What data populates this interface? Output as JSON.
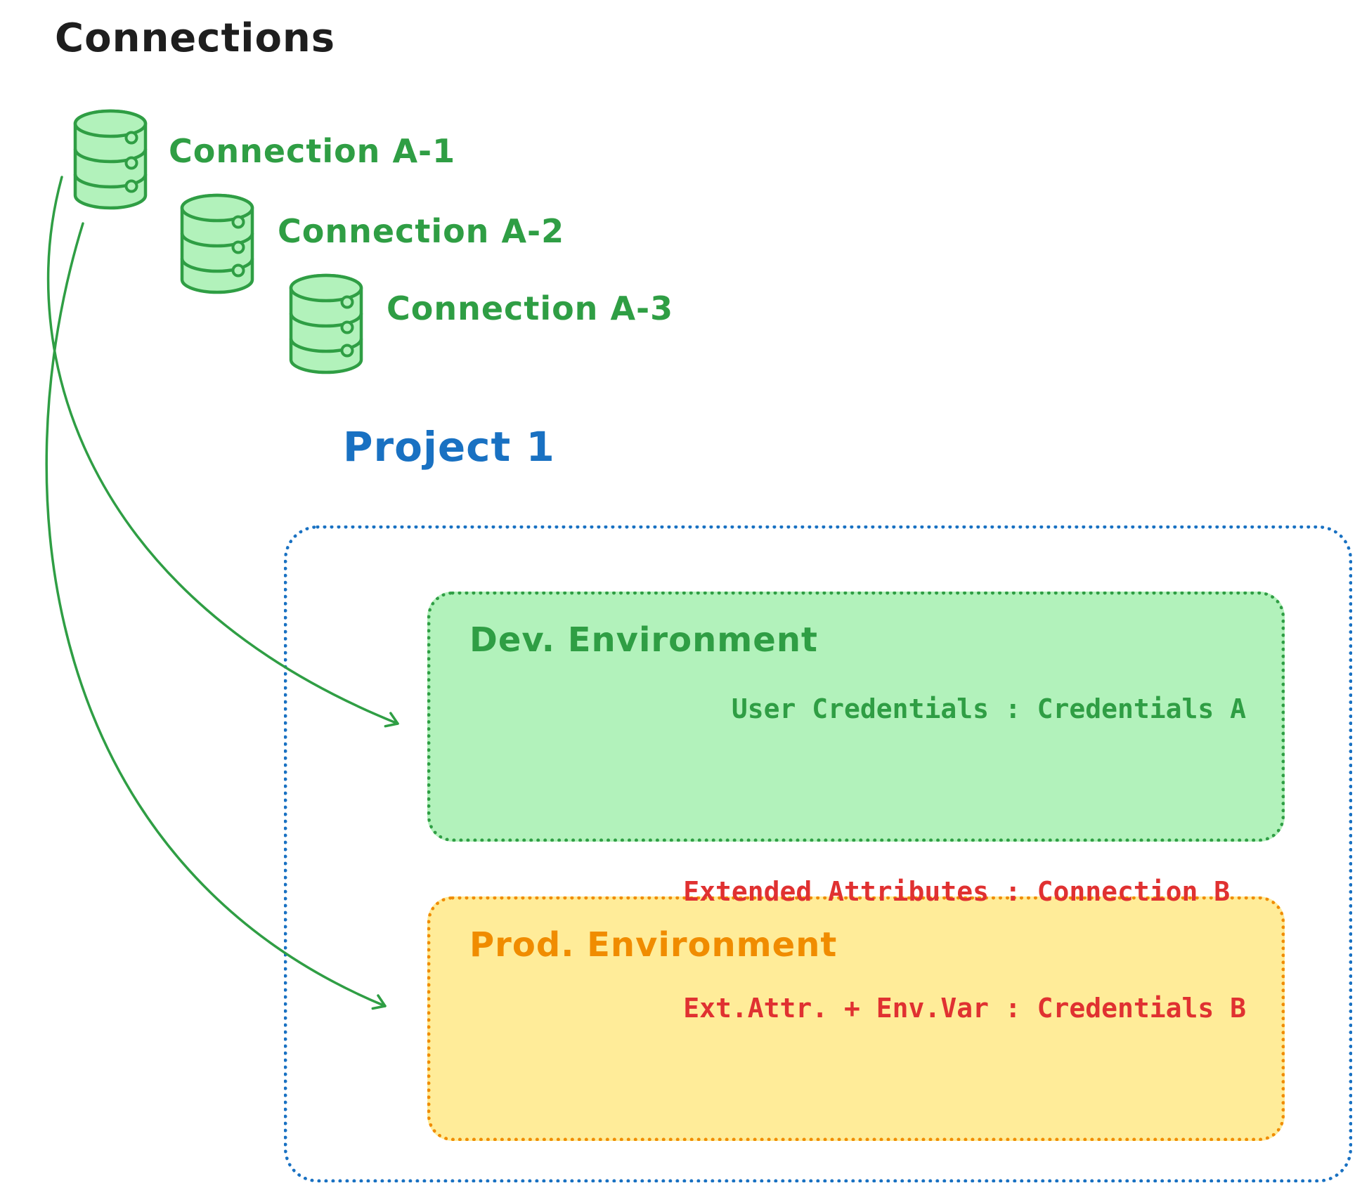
{
  "title": "Connections",
  "connections": [
    {
      "label": "Connection A-1",
      "icon": "database-icon"
    },
    {
      "label": "Connection A-2",
      "icon": "database-icon"
    },
    {
      "label": "Connection A-3",
      "icon": "database-icon"
    }
  ],
  "project": {
    "title": "Project 1",
    "environments": [
      {
        "name": "Dev. Environment",
        "lines": [
          "User Credentials : Credentials A"
        ]
      },
      {
        "name": "Prod. Environment",
        "lines": [
          "Extended Attributes : Connection B",
          "Ext.Attr. + Env.Var : Credentials B"
        ]
      }
    ]
  },
  "arrows": [
    {
      "name": "connection-a1-to-dev-environment"
    },
    {
      "name": "connection-a1-to-prod-environment"
    }
  ],
  "colors": {
    "black": "#1e1e1e",
    "green": "#2f9e44",
    "greenFill": "#b2f2bb",
    "blue": "#1971c2",
    "orange": "#f08c00",
    "yellowFill": "#ffec99",
    "red": "#e03131"
  }
}
